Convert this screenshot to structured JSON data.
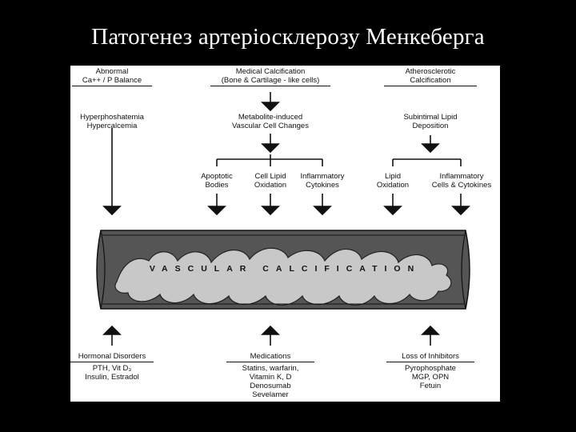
{
  "title": "Патогенез артеріосклерозу Менкеберга",
  "top": {
    "left": {
      "header": [
        "Abnormal",
        "Ca++ / P Balance"
      ],
      "step": [
        "Hyperphoshatemia",
        "Hypercalcemia"
      ]
    },
    "center": {
      "header": [
        "Medical Calcification",
        "(Bone & Cartilage - like cells)"
      ],
      "step": [
        "Metabolite-induced",
        "Vascular Cell Changes"
      ],
      "branches": [
        [
          "Apoptotic",
          "Bodies"
        ],
        [
          "Cell Lipid",
          "Oxidation"
        ],
        [
          "Inflammatory",
          "Cytokines"
        ]
      ]
    },
    "right": {
      "header": [
        "Atherosclerotic",
        "Calcification"
      ],
      "step": [
        "Subintimal Lipid",
        "Deposition"
      ],
      "branches": [
        [
          "Lipid",
          "Oxidation"
        ],
        [
          "Inflammatory",
          "Cells & Cytokines"
        ]
      ]
    }
  },
  "vessel_label": "VASCULAR CALCIFICATION",
  "bottom": {
    "left": {
      "header": "Hormonal Disorders",
      "items": [
        "PTH, Vit D₃",
        "Insulin, Estradol"
      ]
    },
    "center": {
      "header": "Medications",
      "items": [
        "Statins, warfarin,",
        "Vitamin K, D",
        "Denosumab",
        "Sevelamer"
      ]
    },
    "right": {
      "header": "Loss of Inhibitors",
      "items": [
        "Pyrophosphate",
        "MGP, OPN",
        "Fetuin"
      ]
    }
  },
  "colors": {
    "background": "#000000",
    "panel": "#ffffff",
    "vessel_wall": "#555555",
    "plaque": "#c8c8c8",
    "arrow": "#111111"
  }
}
